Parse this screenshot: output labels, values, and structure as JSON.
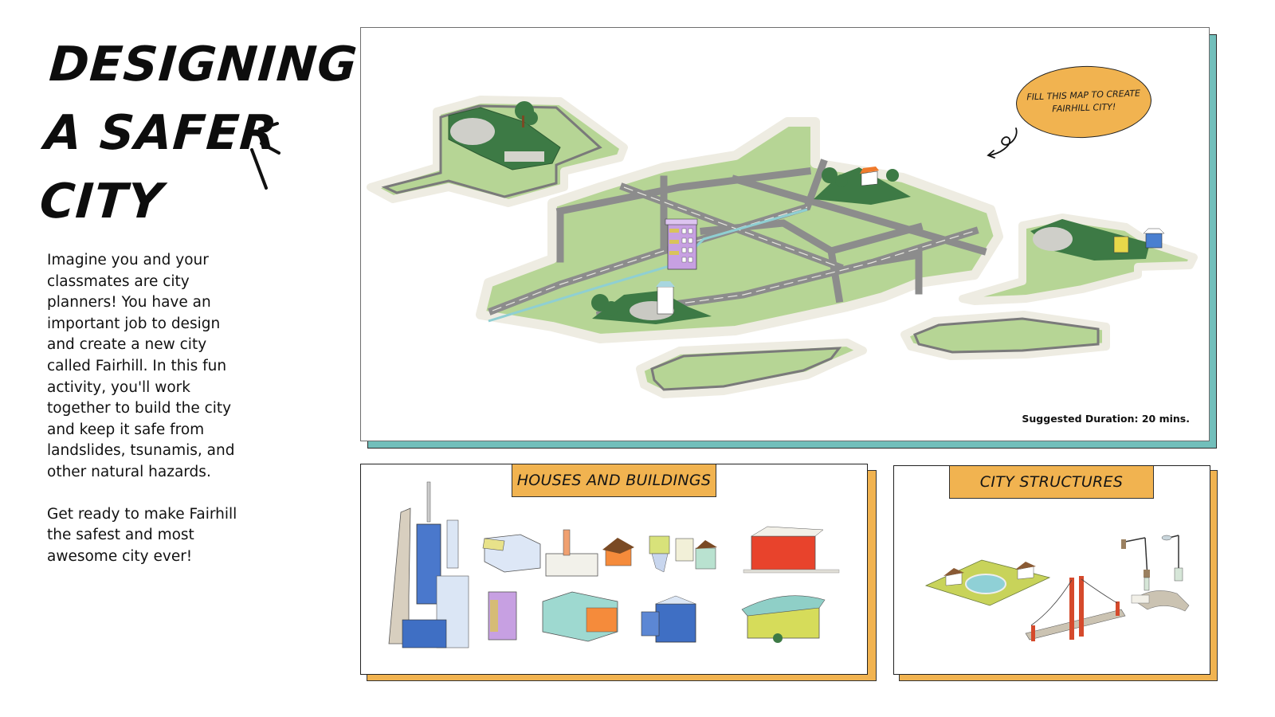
{
  "title": {
    "lines": [
      "DESIGNING",
      "A SAFER",
      "CITY"
    ]
  },
  "intro": {
    "paragraph_1": "Imagine you and your classmates are city planners! You have an important job to design and create a new city called Fairhill. In this fun activity, you'll work together to build the city and keep it safe from landslides, tsunamis, and other natural hazards.",
    "paragraph_2": "Get ready to make Fairhill the safest and most awesome city ever!"
  },
  "map": {
    "callout": "FILL THIS MAP TO CREATE FAIRHILL CITY!",
    "duration": "Suggested Duration: 20 mins."
  },
  "houses_and_buildings": {
    "label": "HOUSES AND BUILDINGS",
    "items": [
      "skyscrapers",
      "shop",
      "factory-with-tower",
      "small-house",
      "hillside-houses",
      "red-civic-building",
      "purple-apartment",
      "sale-department-store",
      "blue-office-building",
      "domed-yellow-building"
    ]
  },
  "city_structures": {
    "label": "CITY STRUCTURES",
    "items": [
      "park-with-fountain",
      "suspension-bridge",
      "traffic-light",
      "street-lamp",
      "arched-footbridge"
    ]
  },
  "colors": {
    "accent_orange": "#f1b350",
    "accent_teal": "#72bfbb",
    "land_green": "#b6d595",
    "hill_green": "#3d7a45",
    "road_gray": "#8c8c8c",
    "river_blue": "#8fcfd2"
  }
}
